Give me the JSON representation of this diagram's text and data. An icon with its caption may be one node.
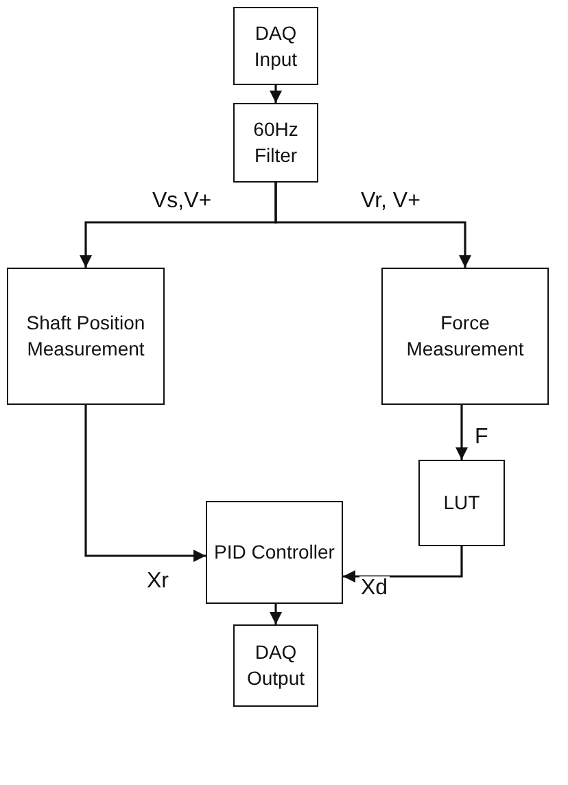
{
  "diagram": {
    "nodes": [
      {
        "text": [
          "DAQ Input"
        ]
      },
      {
        "text": [
          "60Hz Filter"
        ]
      },
      {
        "text": [
          "Shaft Position Measurement"
        ]
      },
      {
        "text": [
          "Force Measurement"
        ]
      },
      {
        "text": [
          "LUT"
        ]
      },
      {
        "text": [
          "PID Controller"
        ]
      },
      {
        "text": [
          "DAQ Output"
        ]
      }
    ],
    "edges": [
      {
        "from": 0,
        "to": 1,
        "arrow": "to"
      },
      {
        "from": 1,
        "to": 2,
        "arrow": "to",
        "label": "Vs,V+"
      },
      {
        "from": 1,
        "to": 3,
        "arrow": "to",
        "label": "Vr, V+"
      },
      {
        "from": 3,
        "to": 4,
        "arrow": "to",
        "label": "F"
      },
      {
        "from": 2,
        "to": 5,
        "arrow": "to",
        "label": "Xr"
      },
      {
        "from": 4,
        "to": 5,
        "arrow": "to",
        "label": "Xd"
      },
      {
        "from": 5,
        "to": 6,
        "arrow": "to"
      }
    ]
  }
}
